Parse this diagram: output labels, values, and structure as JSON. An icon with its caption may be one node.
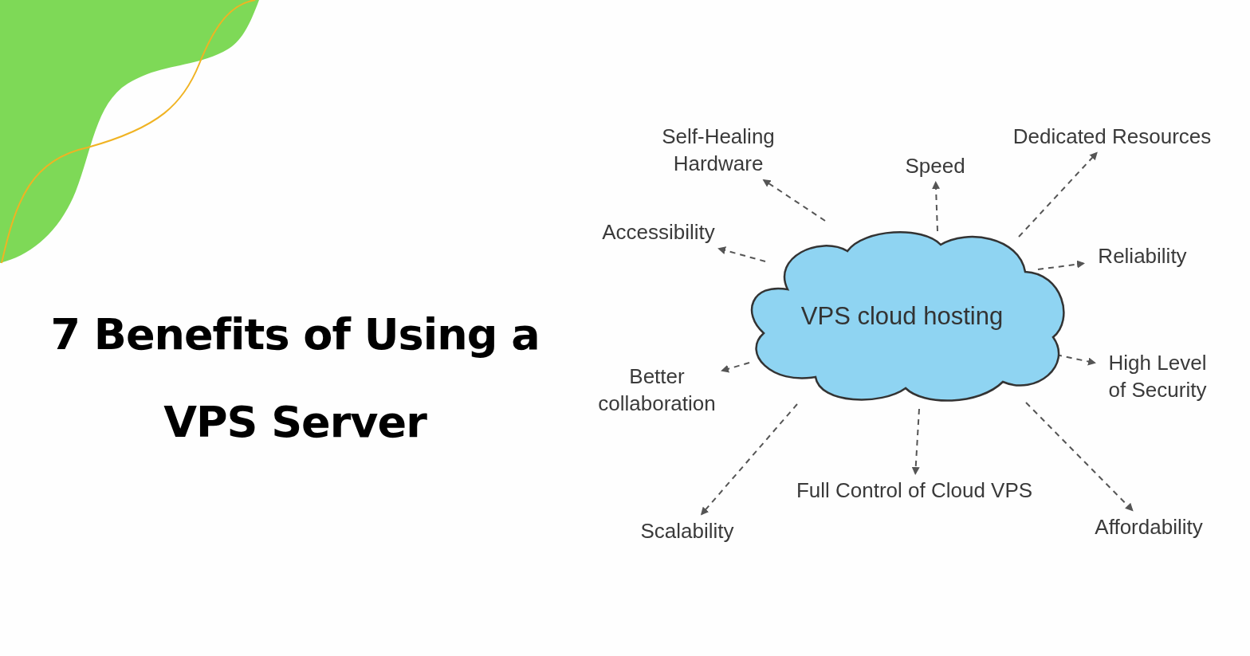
{
  "diagram": {
    "title": "7 Benefits of Using a VPS Server",
    "nodes": [
      {
        "text": [
          "VPS cloud hosting"
        ]
      },
      {
        "text": [
          "Self-Healing Hardware"
        ]
      },
      {
        "text": [
          "Speed"
        ]
      },
      {
        "text": [
          "Dedicated Resources"
        ]
      },
      {
        "text": [
          "Accessibility"
        ]
      },
      {
        "text": [
          "Reliability"
        ]
      },
      {
        "text": [
          "Better collaboration"
        ]
      },
      {
        "text": [
          "High Level of Security"
        ]
      },
      {
        "text": [
          "Full Control of Cloud VPS"
        ]
      },
      {
        "text": [
          "Scalability"
        ]
      },
      {
        "text": [
          "Affordability"
        ]
      }
    ],
    "edges": [
      {
        "from": 0,
        "to": 1,
        "arrow": "to",
        "style": "dashed"
      },
      {
        "from": 0,
        "to": 2,
        "arrow": "to",
        "style": "dashed"
      },
      {
        "from": 0,
        "to": 3,
        "arrow": "to",
        "style": "dashed"
      },
      {
        "from": 0,
        "to": 4,
        "arrow": "to",
        "style": "dashed"
      },
      {
        "from": 0,
        "to": 5,
        "arrow": "to",
        "style": "dashed"
      },
      {
        "from": 0,
        "to": 6,
        "arrow": "to",
        "style": "dashed"
      },
      {
        "from": 0,
        "to": 7,
        "arrow": "to",
        "style": "dashed"
      },
      {
        "from": 0,
        "to": 8,
        "arrow": "to",
        "style": "dashed"
      },
      {
        "from": 0,
        "to": 9,
        "arrow": "to",
        "style": "dashed"
      },
      {
        "from": 0,
        "to": 10,
        "arrow": "to",
        "style": "dashed"
      }
    ]
  }
}
